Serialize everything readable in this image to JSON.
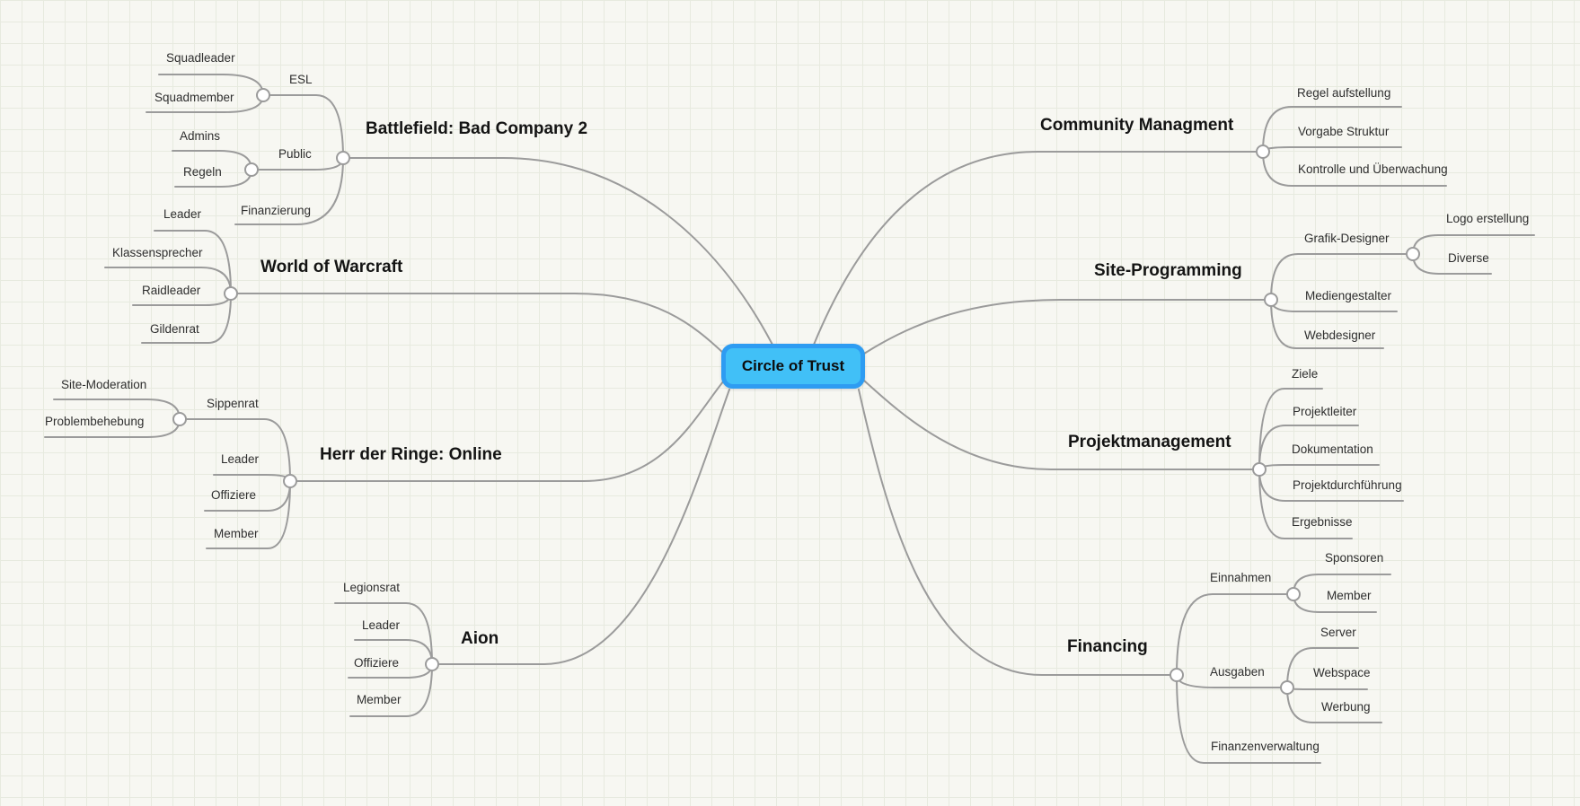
{
  "colors": {
    "background": "#f7f7f2",
    "grid": "#e7eadf",
    "line": "#9b9b9b",
    "text": "#2e2e2e",
    "title_text": "#141414",
    "center_fill": "#41c0f7",
    "center_border": "#2e9cf2"
  },
  "mindmap": {
    "center": {
      "label": "Circle of Trust"
    },
    "branches": [
      {
        "label": "Battlefield: Bad Company 2",
        "side": "left",
        "children": [
          {
            "label": "ESL",
            "children": [
              {
                "label": "Squadleader"
              },
              {
                "label": "Squadmember"
              }
            ]
          },
          {
            "label": "Public",
            "children": [
              {
                "label": "Admins"
              },
              {
                "label": "Regeln"
              }
            ]
          },
          {
            "label": "Finanzierung"
          }
        ]
      },
      {
        "label": "World of Warcraft",
        "side": "left",
        "children": [
          {
            "label": "Leader"
          },
          {
            "label": "Klassensprecher"
          },
          {
            "label": "Raidleader"
          },
          {
            "label": "Gildenrat"
          }
        ]
      },
      {
        "label": "Herr der Ringe: Online",
        "side": "left",
        "children": [
          {
            "label": "Sippenrat",
            "children": [
              {
                "label": "Site-Moderation"
              },
              {
                "label": "Problembehebung"
              }
            ]
          },
          {
            "label": "Leader"
          },
          {
            "label": "Offiziere"
          },
          {
            "label": "Member"
          }
        ]
      },
      {
        "label": "Aion",
        "side": "left",
        "children": [
          {
            "label": "Legionsrat"
          },
          {
            "label": "Leader"
          },
          {
            "label": "Offiziere"
          },
          {
            "label": "Member"
          }
        ]
      },
      {
        "label": "Community Managment",
        "side": "right",
        "children": [
          {
            "label": "Regel aufstellung"
          },
          {
            "label": "Vorgabe Struktur"
          },
          {
            "label": "Kontrolle und Überwachung"
          }
        ]
      },
      {
        "label": "Site-Programming",
        "side": "right",
        "children": [
          {
            "label": "Grafik-Designer",
            "children": [
              {
                "label": "Logo erstellung"
              },
              {
                "label": "Diverse"
              }
            ]
          },
          {
            "label": "Mediengestalter"
          },
          {
            "label": "Webdesigner"
          }
        ]
      },
      {
        "label": "Projektmanagement",
        "side": "right",
        "children": [
          {
            "label": "Ziele"
          },
          {
            "label": "Projektleiter"
          },
          {
            "label": "Dokumentation"
          },
          {
            "label": "Projektdurchführung"
          },
          {
            "label": "Ergebnisse"
          }
        ]
      },
      {
        "label": "Financing",
        "side": "right",
        "children": [
          {
            "label": "Einnahmen",
            "children": [
              {
                "label": "Sponsoren"
              },
              {
                "label": "Member"
              }
            ]
          },
          {
            "label": "Ausgaben",
            "children": [
              {
                "label": "Server"
              },
              {
                "label": "Webspace"
              },
              {
                "label": "Werbung"
              }
            ]
          },
          {
            "label": "Finanzenverwaltung"
          }
        ]
      }
    ]
  }
}
